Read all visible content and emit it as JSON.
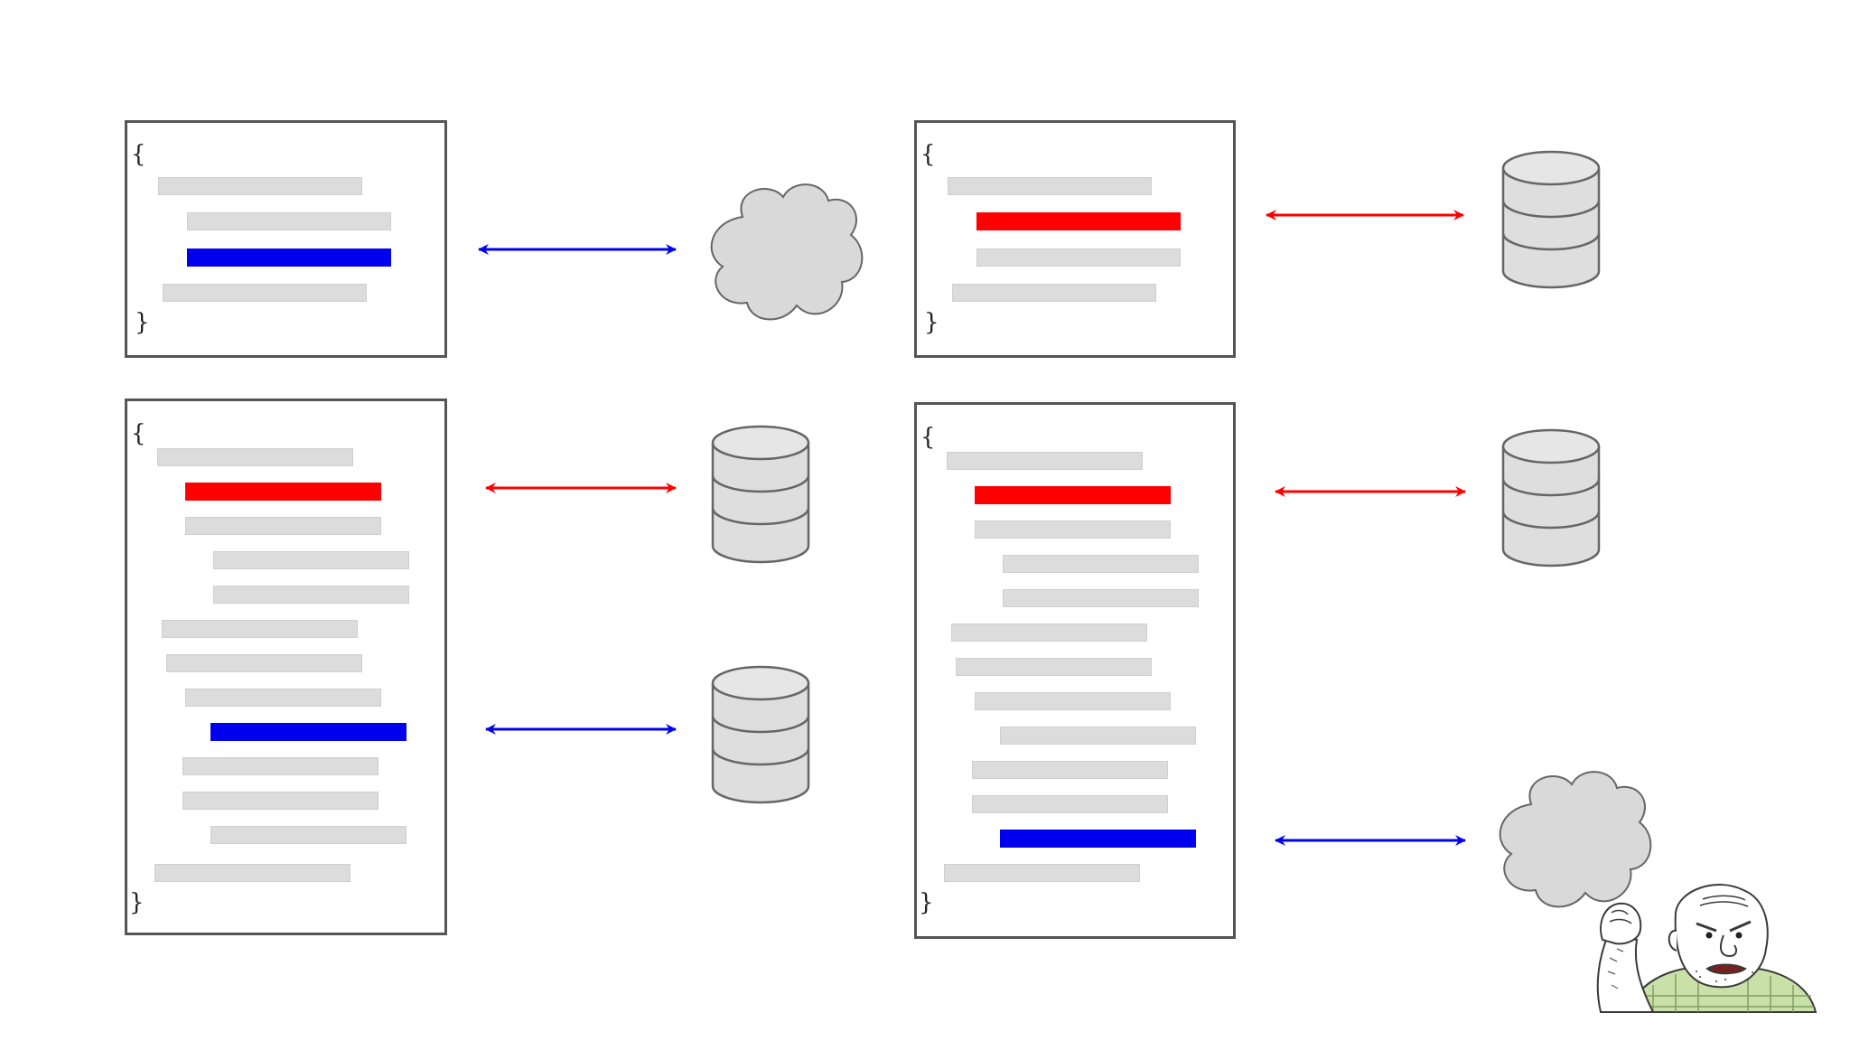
{
  "colors": {
    "background": "#ffffff",
    "box_border": "#555555",
    "placeholder_line": "#dcdcdc",
    "highlight_red": "#ff0000",
    "highlight_blue": "#0000ee",
    "shape_fill": "#dedede",
    "shape_stroke": "#666666"
  },
  "braces": {
    "open": "{",
    "close": "}"
  },
  "panels": [
    {
      "id": "code-top-left",
      "lines": [
        "plain",
        "plain",
        "blue",
        "plain"
      ],
      "connections": [
        {
          "target": "cloud",
          "arrow_color": "blue"
        }
      ]
    },
    {
      "id": "code-top-right",
      "lines": [
        "plain",
        "red",
        "plain",
        "plain"
      ],
      "connections": [
        {
          "target": "database",
          "arrow_color": "red"
        }
      ]
    },
    {
      "id": "code-bottom-left",
      "lines": [
        "plain",
        "red",
        "plain",
        "plain",
        "plain",
        "plain",
        "plain",
        "plain",
        "blue",
        "plain",
        "plain",
        "plain",
        "plain"
      ],
      "connections": [
        {
          "target": "database",
          "arrow_color": "red"
        },
        {
          "target": "database",
          "arrow_color": "blue"
        }
      ]
    },
    {
      "id": "code-bottom-right",
      "lines": [
        "plain",
        "red",
        "plain",
        "plain",
        "plain",
        "plain",
        "plain",
        "plain",
        "plain",
        "plain",
        "plain",
        "blue",
        "plain"
      ],
      "connections": [
        {
          "target": "database",
          "arrow_color": "red"
        },
        {
          "target": "cloud",
          "arrow_color": "blue"
        }
      ]
    }
  ],
  "illustration": "angry-man-shaking-fist"
}
